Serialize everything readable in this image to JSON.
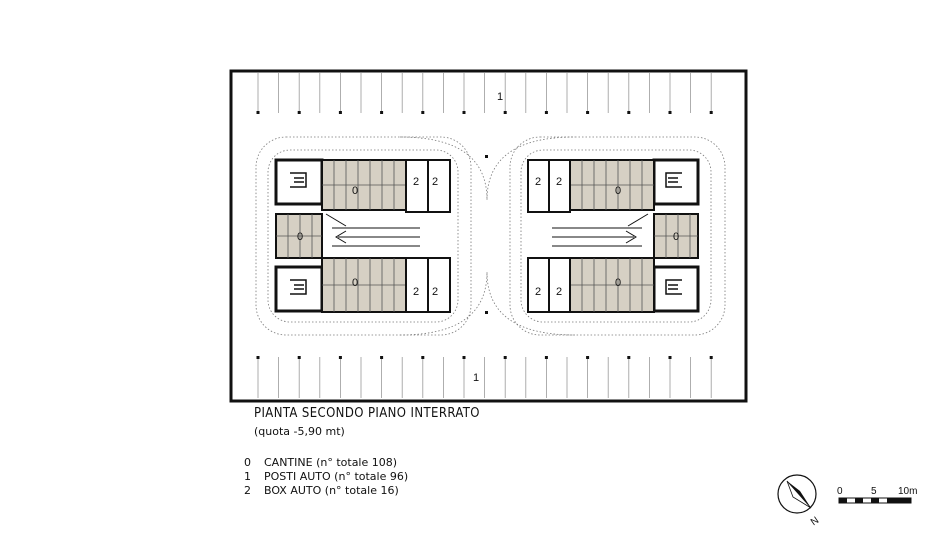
{
  "title": "PIANTA SECONDO PIANO INTERRATO",
  "subtitle": "(quota -5,90 mt)",
  "legend": [
    {
      "key": "0",
      "text": "CANTINE (n° totale 108)"
    },
    {
      "key": "1",
      "text": "POSTI AUTO (n° totale 96)"
    },
    {
      "key": "2",
      "text": "BOX AUTO (n° totale 16)"
    }
  ],
  "labels": {
    "cantina": "0",
    "posto_auto": "1",
    "box_auto": "2"
  },
  "scale": {
    "zero": "0",
    "mid": "5",
    "end": "10m"
  },
  "north": "N",
  "colors": {
    "storage_fill": "#d6d0c4",
    "wall": "#111111",
    "path": "#777777"
  }
}
